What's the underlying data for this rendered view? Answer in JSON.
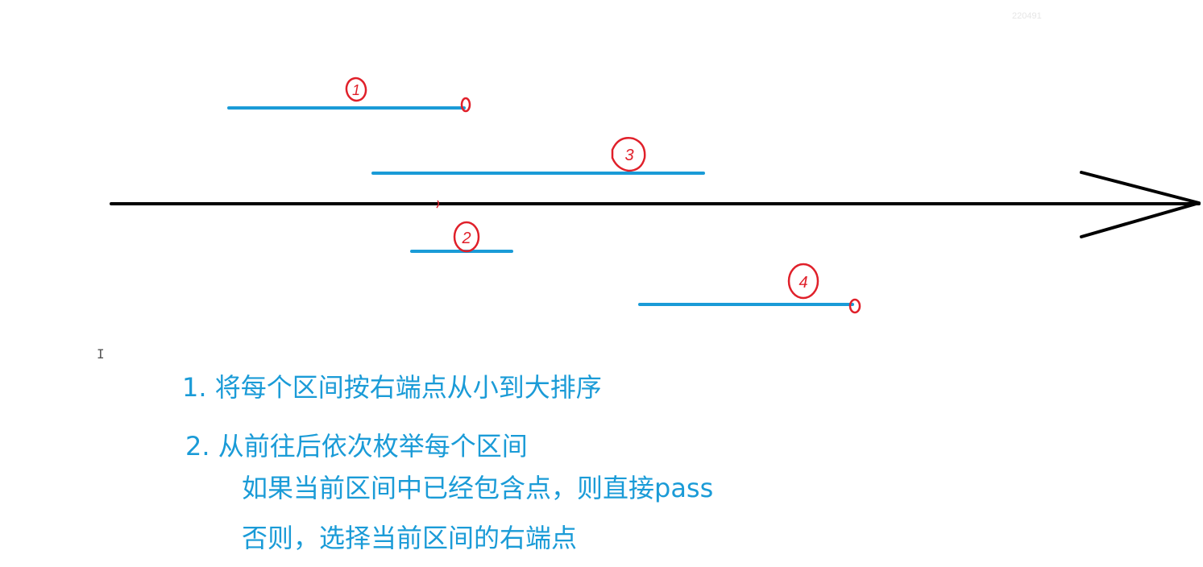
{
  "watermark": "220491",
  "colors": {
    "axis": "#000000",
    "interval": "#1a9bd7",
    "annotation": "#e0202a",
    "text": "#1a9bd7"
  },
  "diagram": {
    "intervals": [
      {
        "label": "1",
        "end_marked": true
      },
      {
        "label": "3",
        "end_marked": false
      },
      {
        "label": "2",
        "end_marked": false
      },
      {
        "label": "4",
        "end_marked": true
      }
    ]
  },
  "notes": {
    "step1": "1. 将每个区间按右端点从小到大排序",
    "step2": "2. 从前往后依次枚举每个区间",
    "step2_detail_a": "如果当前区间中已经包含点，则直接pass",
    "step2_detail_b": "否则，选择当前区间的右端点"
  }
}
